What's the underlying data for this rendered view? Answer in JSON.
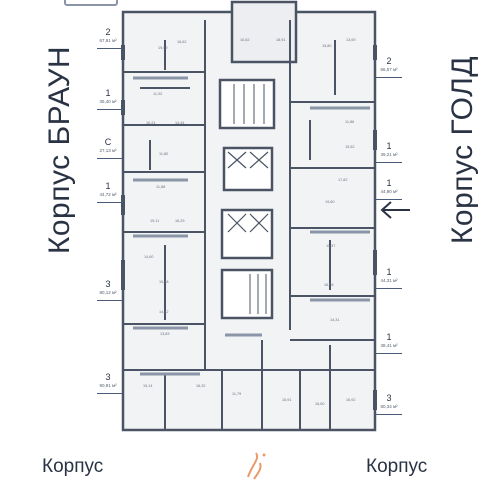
{
  "buildings": {
    "left": "Корпус БРАУН",
    "right": "Корпус ГОЛД",
    "bottom_left": "Корпус",
    "bottom_right": "Корпус"
  },
  "left_tags": [
    {
      "rooms": "2",
      "area": "67,91 м²"
    },
    {
      "rooms": "1",
      "area": "35,40 м²"
    },
    {
      "rooms": "С",
      "area": "27,13 м²"
    },
    {
      "rooms": "1",
      "area": "44,72 м²"
    },
    {
      "rooms": "3",
      "area": "80,12 м²"
    },
    {
      "rooms": "3",
      "area": "90,91 м²"
    }
  ],
  "right_tags": [
    {
      "rooms": "2",
      "area": "66,57 м²"
    },
    {
      "rooms": "1",
      "area": "39,21 м²"
    },
    {
      "rooms": "1",
      "area": "44,90 м²"
    },
    {
      "rooms": "1",
      "area": "44,31 м²"
    },
    {
      "rooms": "1",
      "area": "38,41 м²"
    },
    {
      "rooms": "3",
      "area": "80,34 м²"
    }
  ],
  "room_areas": [
    "19,09",
    "16,62",
    "10,62",
    "18,91",
    "15,80",
    "13,69",
    "11,02",
    "10,21",
    "14,44",
    "11,80",
    "11,88",
    "19,11",
    "16,29",
    "14,60",
    "19,48",
    "14,42",
    "13,83",
    "15,14",
    "16,32",
    "11,79",
    "15,91",
    "16,60",
    "16,92",
    "11,86",
    "15,52",
    "17,82",
    "19,60",
    "11,37",
    "16,28",
    "14,31"
  ],
  "colors": {
    "walls": "#4a5464",
    "accent_walls": "#8a95a8",
    "floor": "#f2f3f5",
    "text": "#2a3344"
  }
}
